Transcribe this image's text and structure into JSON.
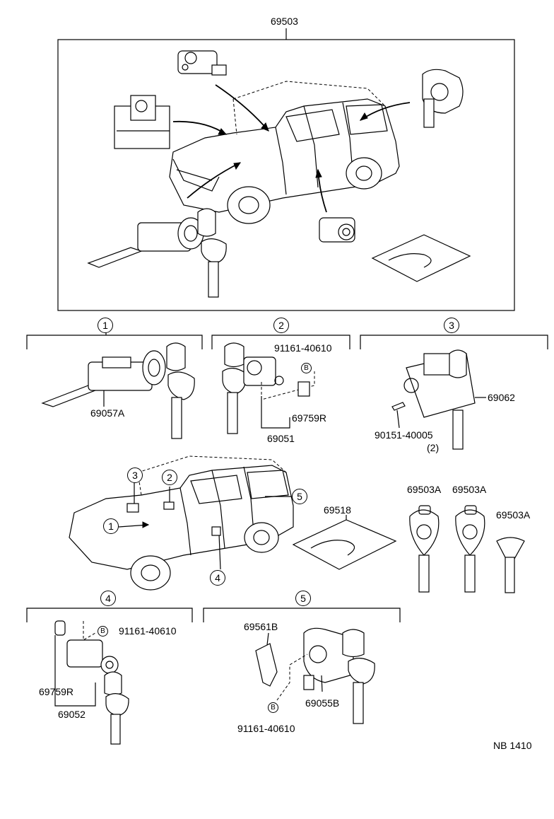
{
  "labels": {
    "main_assembly": "69503",
    "ignition_cylinder": "69057A",
    "pin_b_1": "91161-40610",
    "retainer_1": "69759R",
    "lock_set_2": "69051",
    "door_lock_3": "69062",
    "screw": "90151-40005",
    "screw_qty": "(2)",
    "plate": "69518",
    "key_master_1": "69503A",
    "key_master_2": "69503A",
    "key_sub": "69503A",
    "pin_b_4": "91161-40610",
    "retainer_4": "69759R",
    "door_lock_4": "69052",
    "retainer_5": "69561B",
    "back_door_lock_5": "69055B",
    "pin_b_5": "91161-40610",
    "page_code": "NB  1410"
  },
  "callouts": {
    "c1": "1",
    "c2": "2",
    "c3": "3",
    "c4": "4",
    "c5": "5",
    "car_c1": "1",
    "car_c2": "2",
    "car_c3": "3",
    "car_c4": "4",
    "car_c5": "5",
    "b_mark": "B"
  }
}
